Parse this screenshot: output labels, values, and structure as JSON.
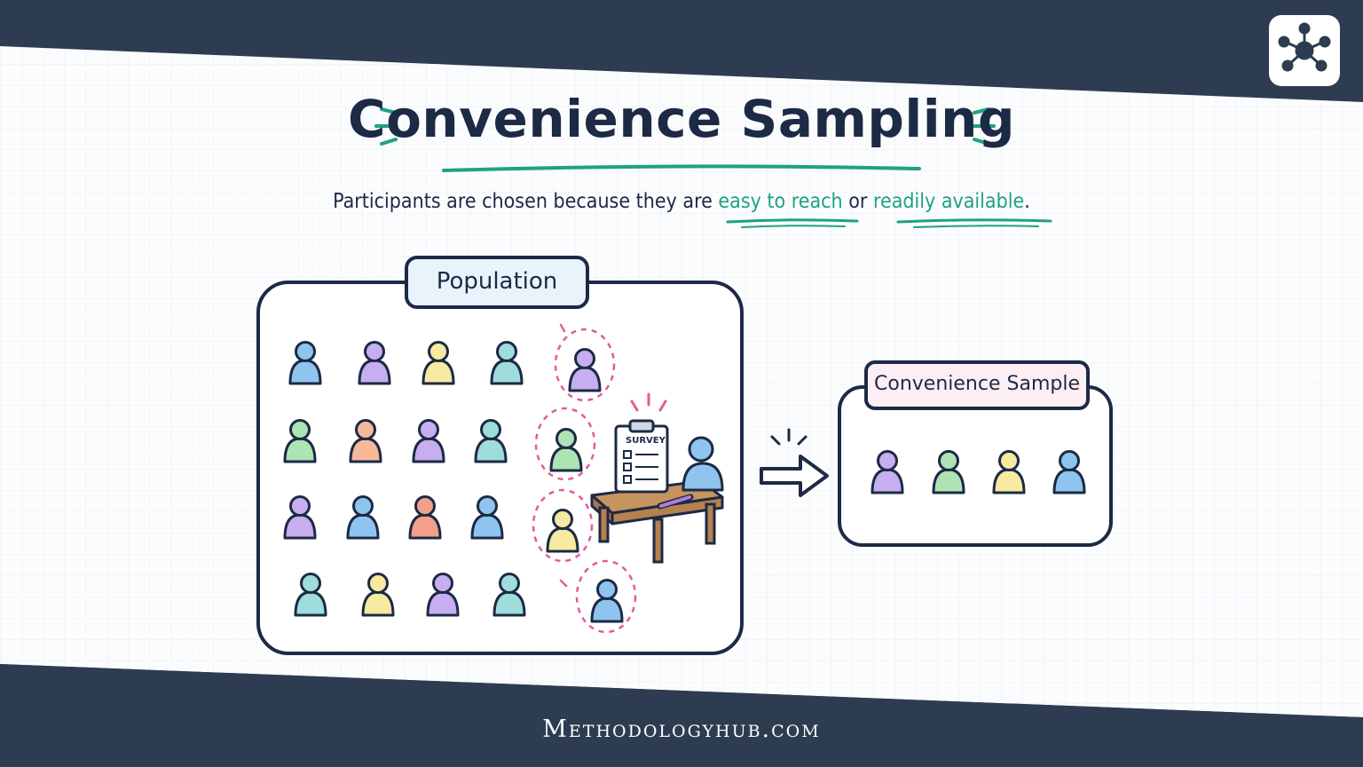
{
  "title": "Convenience Sampling",
  "subtitle": {
    "part1": "Participants are chosen because they are ",
    "highlight1": "easy to reach",
    "part2": " or ",
    "highlight2": "readily available",
    "part3": "."
  },
  "population_label": "Population",
  "sample_label": "Convenience Sample",
  "clipboard_label": "SURVEY",
  "footer": "Methodologyhub.com",
  "colors": {
    "navy": "#2d3c50",
    "ink": "#1c2a45",
    "accent_green": "#1ea37f",
    "dashed_pink": "#e55a9a",
    "label_bg_blue": "#e8f3fc",
    "label_bg_pink": "#fdeef4"
  },
  "icons": {
    "logo": "network-hub-icon",
    "arrow": "arrow-right-icon",
    "person": "person-icon",
    "clipboard": "clipboard-icon",
    "table": "table-icon",
    "pen": "pen-icon"
  }
}
